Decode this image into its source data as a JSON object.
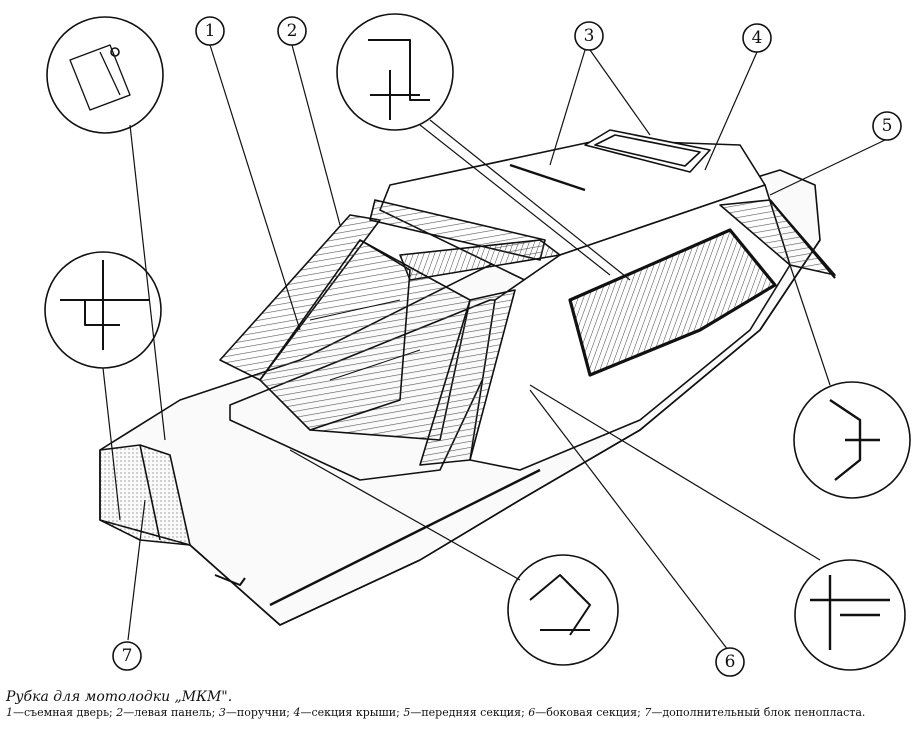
{
  "figure": {
    "title": "Рубка для мотолодки „МКМ\".",
    "legend": [
      {
        "num": "1",
        "text": "съемная дверь;"
      },
      {
        "num": "2",
        "text": "левая панель;"
      },
      {
        "num": "3",
        "text": "поручни;"
      },
      {
        "num": "4",
        "text": "секция крыши;"
      },
      {
        "num": "5",
        "text": "передняя секция;"
      },
      {
        "num": "6",
        "text": "боковая секция;"
      },
      {
        "num": "7",
        "text": "дополнительный блок пенопласта."
      }
    ]
  },
  "callouts": {
    "c1": "1",
    "c2": "2",
    "c3": "3",
    "c4": "4",
    "c5": "5",
    "c6": "6",
    "c7": "7"
  },
  "colors": {
    "ink": "#111111",
    "paper": "#ffffff",
    "hatch": "#555555"
  }
}
